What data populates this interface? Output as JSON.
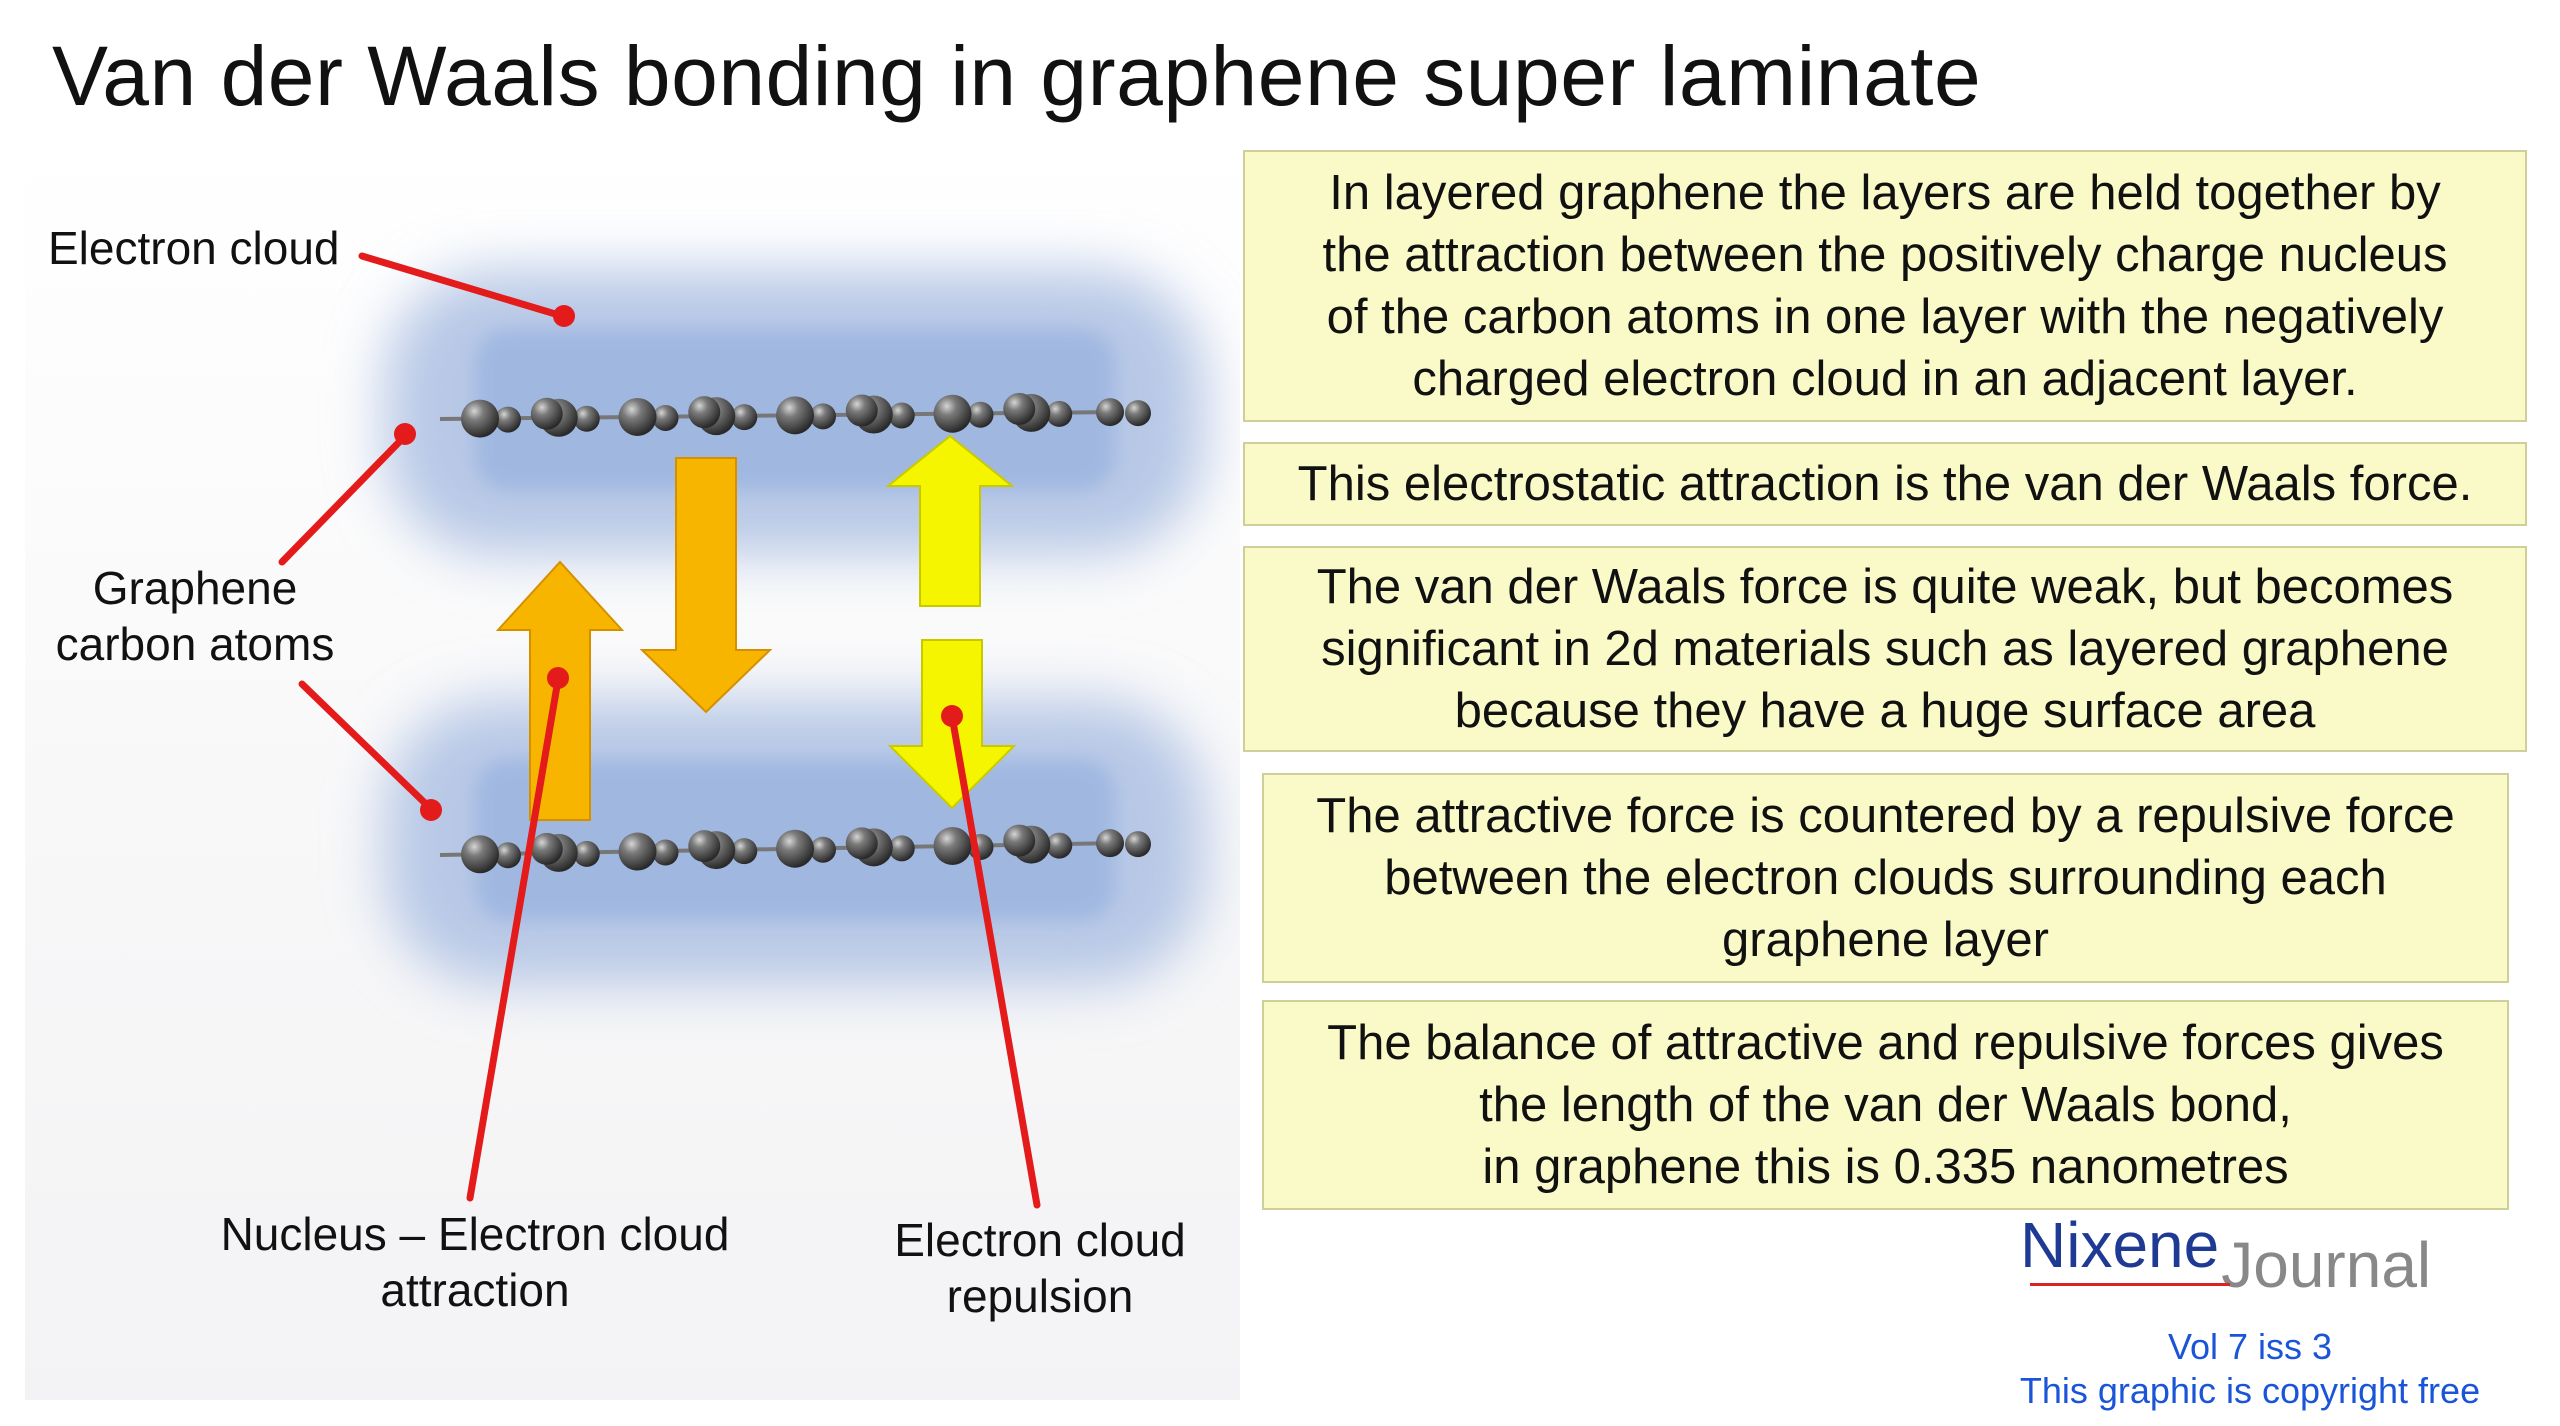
{
  "title": "Van der Waals bonding in graphene super laminate",
  "diagram": {
    "label_electron_cloud": "Electron cloud",
    "label_graphene_line1": "Graphene",
    "label_graphene_line2": "carbon atoms",
    "label_attraction_line1": "Nucleus – Electron cloud",
    "label_attraction_line2": "attraction",
    "label_repulsion_line1": "Electron cloud",
    "label_repulsion_line2": "repulsion"
  },
  "boxes": {
    "box1": [
      "In layered graphene the layers are held together by",
      "the attraction between the positively charge nucleus",
      "of the carbon atoms in one layer with the negatively",
      "charged electron cloud in an adjacent layer."
    ],
    "box2": [
      "This electrostatic attraction is the van der Waals force."
    ],
    "box3": [
      "The van der Waals force is quite weak, but becomes",
      "significant in 2d materials such as layered graphene",
      "because they have a huge surface area"
    ],
    "box4": [
      "The attractive force is countered by a repulsive force",
      "between the electron clouds surrounding each",
      "graphene layer"
    ],
    "box5": [
      "The balance of attractive and repulsive forces gives",
      "the length of the van der Waals bond,",
      "in graphene this is 0.335 nanometres"
    ]
  },
  "brand": {
    "name_part1": "Nixene",
    "name_part2": "Journal",
    "volume": "Vol 7 iss 3",
    "copyright": "This graphic is copyright free"
  },
  "colors": {
    "pointer_red": "#e41b1b",
    "attraction_arrow": "#f7b500",
    "repulsion_arrow": "#f5f500",
    "cloud_blue": "#9db6e0",
    "box_fill": "#fafac8"
  }
}
